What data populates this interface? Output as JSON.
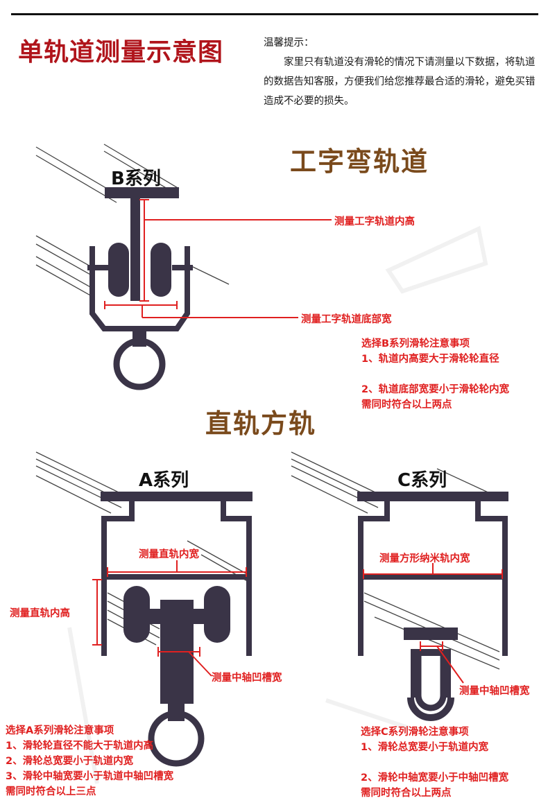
{
  "header": {
    "title": "单轨道测量示意图",
    "tip_heading": "温馨提示：",
    "tip_body": "家里只有轨道没有滑轮的情况下请测量以下数据，将轨道的数据告知客服，方便我们给您推荐最合适的滑轮，避免买错造成不必要的损失。"
  },
  "section_i_beam": {
    "title": "工字弯轨道",
    "series_label": "B系列",
    "measure_inner_height": "测量工字轨道内高",
    "measure_bottom_width": "测量工字轨道底部宽",
    "notes": {
      "heading": "选择B系列滑轮注意事项",
      "item1": "1、轨道内高要大于滑轮轮直径",
      "item2": "2、轨道底部宽要小于滑轮轮内宽",
      "footer": "需同时符合以上两点"
    }
  },
  "section_straight": {
    "title": "直轨方轨",
    "a_series": {
      "label": "A系列",
      "measure_inner_width": "测量直轨内宽",
      "measure_inner_height": "测量直轨内高",
      "measure_axle_groove": "测量中轴凹槽宽",
      "notes": {
        "heading": "选择A系列滑轮注意事项",
        "item1": "1、滑轮轮直径不能大于轨道内高",
        "item2": "2、滑轮总宽要小于轨道内宽",
        "item3": "3、滑轮中轴宽要小于轨道中轴凹槽宽",
        "footer": "需同时符合以上三点"
      }
    },
    "c_series": {
      "label": "C系列",
      "measure_inner_width": "测量方形纳米轨内宽",
      "measure_axle_groove": "测量中轴凹槽宽",
      "notes": {
        "heading": "选择C系列滑轮注意事项",
        "item1": "1、滑轮总宽要小于轨道内宽",
        "item2": "2、滑轮中轴宽要小于中轴凹槽宽",
        "footer": "需同时符合以上两点"
      }
    }
  },
  "colors": {
    "title_red": "#b0141b",
    "annotation_red": "#e02020",
    "section_brown": "#7a4a1c",
    "track_dark": "#3a3447"
  }
}
